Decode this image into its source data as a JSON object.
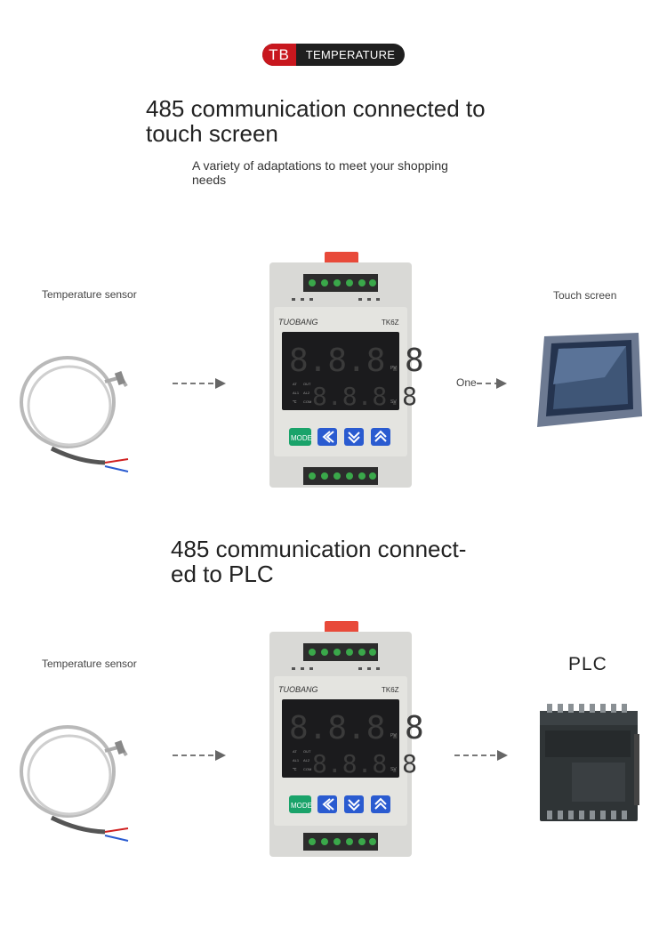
{
  "brand": {
    "badge": "TB",
    "word": "TEMPERATURE"
  },
  "section1": {
    "title_line1": "485 communication connected to",
    "title_line2": "touch screen",
    "subtitle_line1": "A variety of adaptations to meet your shopping",
    "subtitle_line2": "needs",
    "left_label": "Temperature sensor",
    "right_label": "Touch screen",
    "arrow_label": "One"
  },
  "section2": {
    "title_line1": "485 communication connect-",
    "title_line2": "ed to PLC",
    "left_label": "Temperature sensor",
    "right_label": "PLC"
  },
  "device": {
    "brand": "TUOBANG",
    "model": "TK6Z",
    "mode_key": "MODE",
    "pv": "PV",
    "sv": "SV",
    "ind_at": "AT",
    "ind_out": "OUT",
    "ind_al1": "AL1",
    "ind_al2": "AL2",
    "ind_c": "℃",
    "ind_com": "COM",
    "display_top": "8.8.8.8",
    "display_bottom": "8.8.8.8"
  },
  "colors": {
    "accent": "#c8171e",
    "pill": "#1f1f1f",
    "key_green": "#1aa36a",
    "key_blue": "#2a5bd0"
  }
}
